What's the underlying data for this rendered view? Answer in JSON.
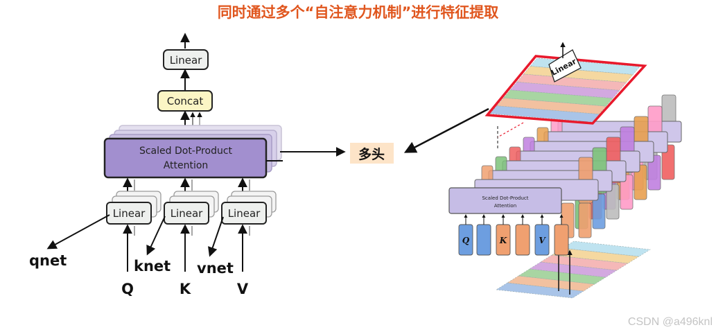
{
  "title": "同时通过多个“自注意力机制”进行特征提取",
  "left_diagram": {
    "linear_top": "Linear",
    "concat": "Concat",
    "attention_line1": "Scaled Dot-Product",
    "attention_line2": "Attention",
    "linear_q": "Linear",
    "linear_k": "Linear",
    "linear_v": "Linear",
    "qnet": "qnet",
    "knet": "knet",
    "vnet": "vnet",
    "q": "Q",
    "k": "K",
    "v": "V"
  },
  "multi_head_label": "多头",
  "right_diagram": {
    "linear": "Linear",
    "attention_line1": "Scaled Dot-Product",
    "attention_line2": "Attention",
    "q": "Q",
    "k": "K",
    "v": "V",
    "stripe_colors": [
      "#a9c4e8",
      "#f2c1a0",
      "#a8d5a2",
      "#d3a9e0",
      "#f5b8b8",
      "#f5d8a0",
      "#bfe3f0"
    ],
    "head_colors": [
      "#6d9ee0",
      "#f0a070",
      "#7dc37a",
      "#f06060",
      "#c080e0",
      "#e8a050",
      "#ff9cc8",
      "#bdbdbd"
    ]
  },
  "colors": {
    "title": "#e0561e",
    "attention_fill": "#a28fcf",
    "concat_fill": "#fbf5c5",
    "linear_fill": "#eef0ee",
    "multi_head_bg": "#fde4c8",
    "highlight_red": "#e8192c"
  },
  "watermark": "CSDN @a496knl"
}
